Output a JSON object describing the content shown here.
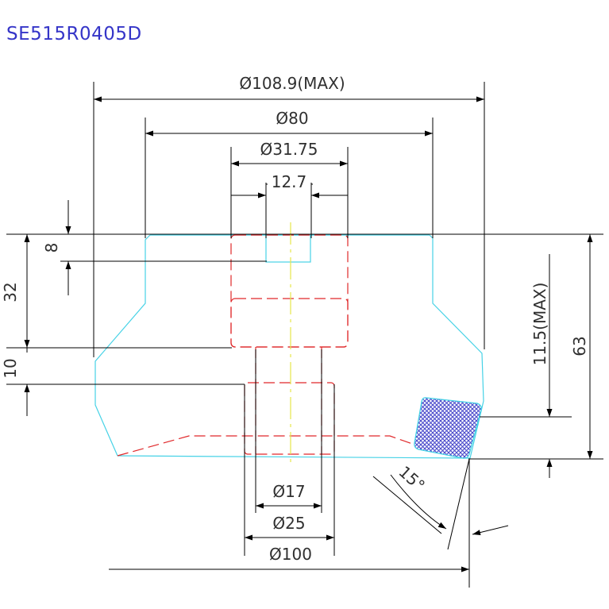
{
  "drawing": {
    "title": "SE515R0405D",
    "colors": {
      "background": "#ffffff",
      "title": "#3535c8",
      "dimension": "#000000",
      "dim_text": "#303030",
      "outline": "#46d2e6",
      "hidden": "#e0282a",
      "center_line": "#e6e64a",
      "insert_fill": "#5050d2",
      "insert_border": "#46d2e6"
    },
    "dimensions": {
      "d_max": "Ø108.9(MAX)",
      "d80": "Ø80",
      "d31": "Ø31.75",
      "key": "12.7",
      "depth8": "8",
      "depth32": "32",
      "depth10": "10",
      "d17": "Ø17",
      "d25": "Ø25",
      "d100": "Ø100",
      "h_max": "11.5(MAX)",
      "h63": "63",
      "angle": "15°"
    }
  }
}
